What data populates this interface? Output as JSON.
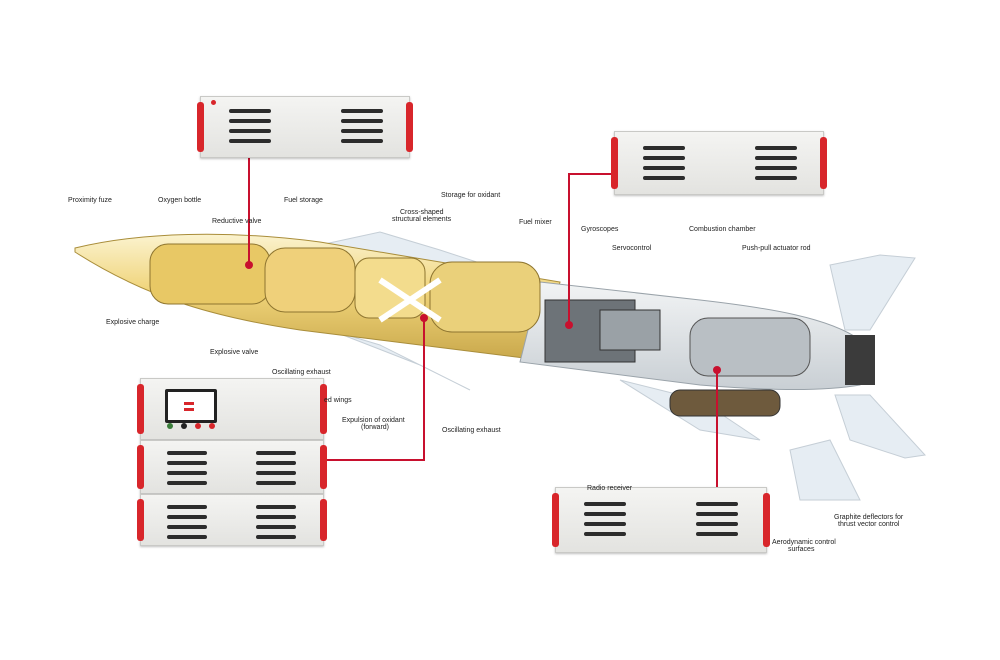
{
  "labels": {
    "proximity_fuze": "Proximity fuze",
    "oxygen_bottle": "Oxygen bottle",
    "reductive_valve": "Reductive valve",
    "fuel_storage": "Fuel storage",
    "cross_shaped_1": "Cross-shaped",
    "cross_shaped_2": "structural elements",
    "storage_oxidant": "Storage for oxidant",
    "fuel_mixer": "Fuel mixer",
    "gyroscopes": "Gyroscopes",
    "servocontrol": "Servocontrol",
    "combustion_chamber": "Combustion chamber",
    "push_pull_rod": "Push-pull actuator rod",
    "explosive_charge": "Explosive charge",
    "explosive_valve": "Explosive valve",
    "oscillating_exhaust_1": "Oscillating exhaust",
    "ed_wings": "ed wings",
    "expulsion_1": "Expulsion of oxidant",
    "expulsion_2": "(forward)",
    "oscillating_exhaust_2": "Oscillating exhaust",
    "radio_receiver": "Radio receiver",
    "graphite_1": "Graphite deflectors for",
    "graphite_2": "thrust vector control",
    "aero_1": "Aerodynamic control",
    "aero_2": "surfaces"
  },
  "colors": {
    "accent": "#d8262b",
    "leader_red": "#c8102e",
    "body_yellow": "#f0d47a",
    "fin_blue": "#e6edf3"
  }
}
